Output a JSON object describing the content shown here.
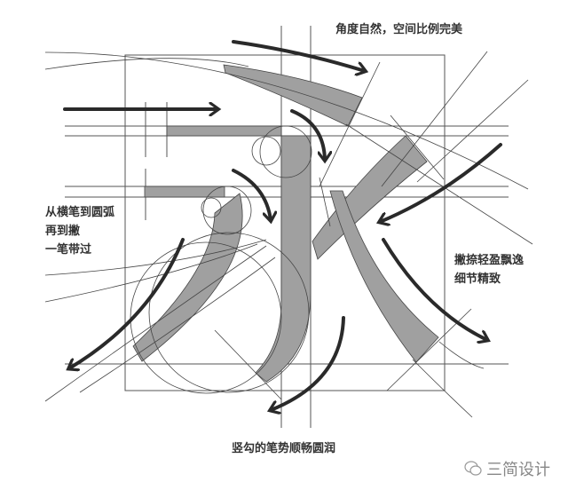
{
  "annotations": {
    "top": "角度自然，空间比例完美",
    "left": [
      "从横笔到圆弧",
      "再到撇",
      "一笔带过"
    ],
    "right": [
      "撇捺轻盈飘逸",
      "细节精致"
    ],
    "bottom": "竖勾的笔势顺畅圆润"
  },
  "watermark": {
    "text": "三简设计",
    "icon": "wechat-icon"
  },
  "colors": {
    "stroke_fill": "#a0a0a0",
    "arrow": "#2a2a2a",
    "line": "#444444"
  }
}
